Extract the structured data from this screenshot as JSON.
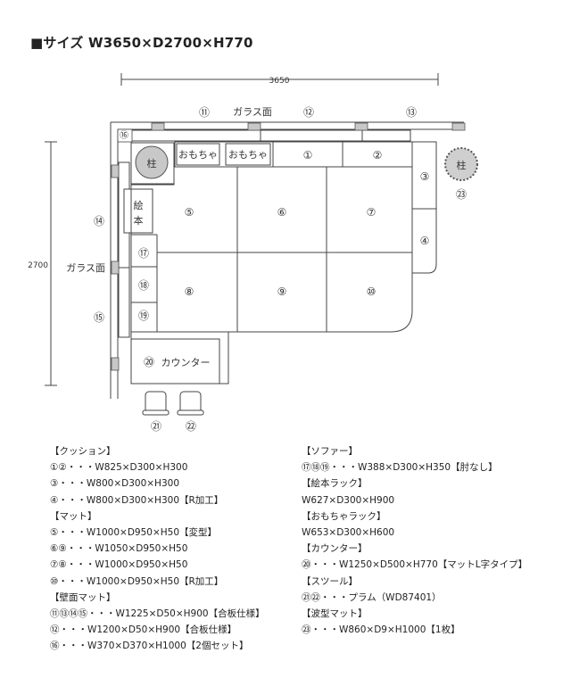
{
  "title": "■サイズ W3650×D2700×H770",
  "dims": {
    "width": "3650",
    "height": "2700"
  },
  "labels": {
    "glass_top": "ガラス面",
    "glass_left": "ガラス面"
  },
  "pillar": {
    "label_left": "柱",
    "label_right": "柱"
  },
  "racks": {
    "toy1": "おもちゃ",
    "toy2": "おもちゃ",
    "picture_book": "絵\n本"
  },
  "counter": {
    "label": "カウンター"
  },
  "numbers": {
    "n1": "①",
    "n2": "②",
    "n3": "③",
    "n4": "④",
    "n5": "⑤",
    "n6": "⑥",
    "n7": "⑦",
    "n8": "⑧",
    "n9": "⑨",
    "n10": "⑩",
    "n11": "⑪",
    "n12": "⑫",
    "n13": "⑬",
    "n14": "⑭",
    "n15": "⑮",
    "n16": "⑯",
    "n17": "⑰",
    "n18": "⑱",
    "n19": "⑲",
    "n20": "⑳",
    "n21": "㉑",
    "n22": "㉒",
    "n23": "㉓"
  },
  "legend_left": [
    "【クッション】",
    "①②・・・W825×D300×H300",
    "③・・・W800×D300×H300",
    "④・・・W800×D300×H300【R加工】",
    "【マット】",
    "⑤・・・W1000×D950×H50【変型】",
    "⑥⑨・・・W1050×D950×H50",
    "⑦⑧・・・W1000×D950×H50",
    "⑩・・・W1000×D950×H50【R加工】",
    "【壁面マット】",
    "⑪⑬⑭⑮・・・W1225×D50×H900【合板仕様】",
    "⑫・・・W1200×D50×H900【合板仕様】",
    "⑯・・・W370×D370×H1000【2個セット】"
  ],
  "legend_right": [
    "【ソファー】",
    "⑰⑱⑲・・・W388×D300×H350【肘なし】",
    "【絵本ラック】",
    "W627×D300×H900",
    "【おもちゃラック】",
    "W653×D300×H600",
    "【カウンター】",
    "⑳・・・W1250×D500×H770【マットL字タイプ】",
    "【スツール】",
    "㉑㉒・・・プラム（WD87401）",
    "【波型マット】",
    "㉓・・・W860×D9×H1000【1枚】"
  ]
}
